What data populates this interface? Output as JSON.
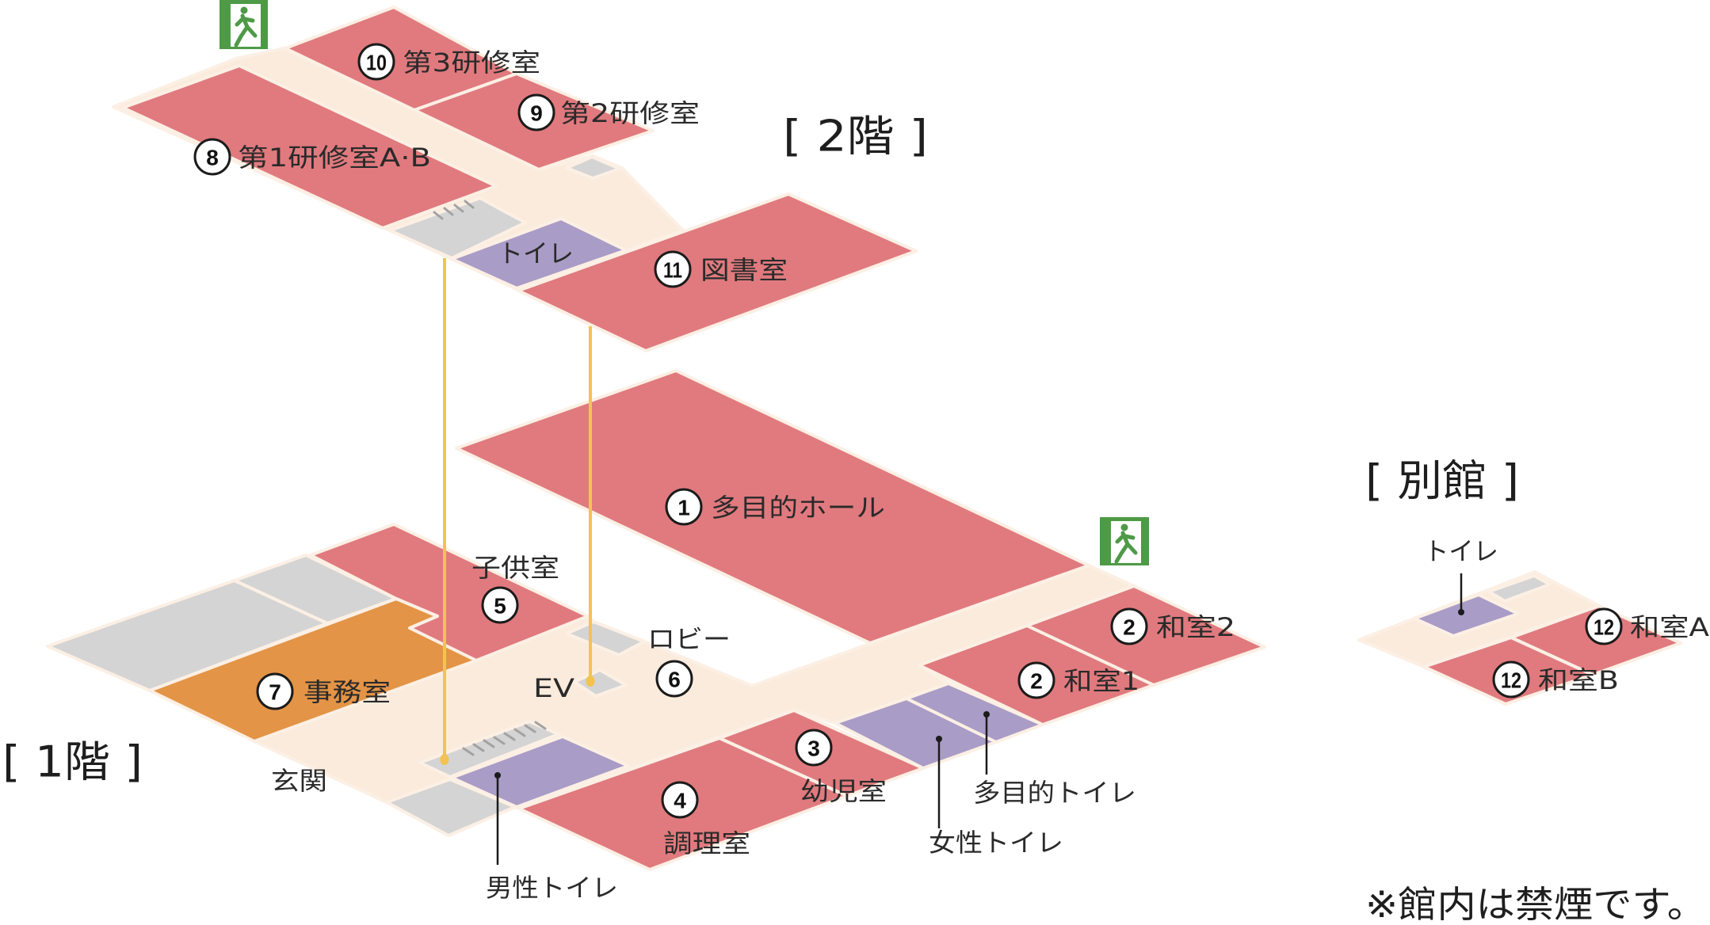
{
  "colors": {
    "room": "#E07A7E",
    "office": "#E39446",
    "toilet": "#A99CC6",
    "corridor": "#FBEBDC",
    "service": "#D4D4D4",
    "elevator_link": "#F2C44F",
    "emergency_exit": "#4E9A47",
    "text": "#2A2A2A"
  },
  "floor2": {
    "label": "[ 2階 ]",
    "rooms": {
      "training3": {
        "number": "10",
        "name": "第3研修室"
      },
      "training2": {
        "number": "9",
        "name": "第2研修室"
      },
      "training1": {
        "number": "8",
        "name": "第1研修室A·B"
      },
      "library": {
        "number": "11",
        "name": "図書室"
      }
    },
    "toilet": "トイレ"
  },
  "floor1": {
    "label": "[ 1階 ]",
    "rooms": {
      "hall": {
        "number": "1",
        "name": "多目的ホール"
      },
      "washitsu2": {
        "number": "2",
        "name": "和室2"
      },
      "washitsu1": {
        "number": "2",
        "name": "和室1"
      },
      "infant": {
        "number": "3",
        "name": "幼児室"
      },
      "cooking": {
        "number": "4",
        "name": "調理室"
      },
      "children": {
        "number": "5",
        "name": "子供室"
      },
      "lobby": {
        "number": "6",
        "name": "ロビー"
      },
      "office": {
        "number": "7",
        "name": "事務室"
      }
    },
    "elevator": "EV",
    "entrance": "玄関",
    "mens_toilet": "男性トイレ",
    "womens_toilet": "女性トイレ",
    "multipurpose_toilet": "多目的トイレ"
  },
  "annex": {
    "label": "[ 別館 ]",
    "toilet": "トイレ",
    "rooms": {
      "washitsuA": {
        "number": "12",
        "name": "和室A"
      },
      "washitsuB": {
        "number": "12",
        "name": "和室B"
      }
    }
  },
  "notice": "※館内は禁煙です。",
  "icons": {
    "exit": "emergency-exit-icon",
    "elevator_link": "elevator-shaft-line"
  }
}
